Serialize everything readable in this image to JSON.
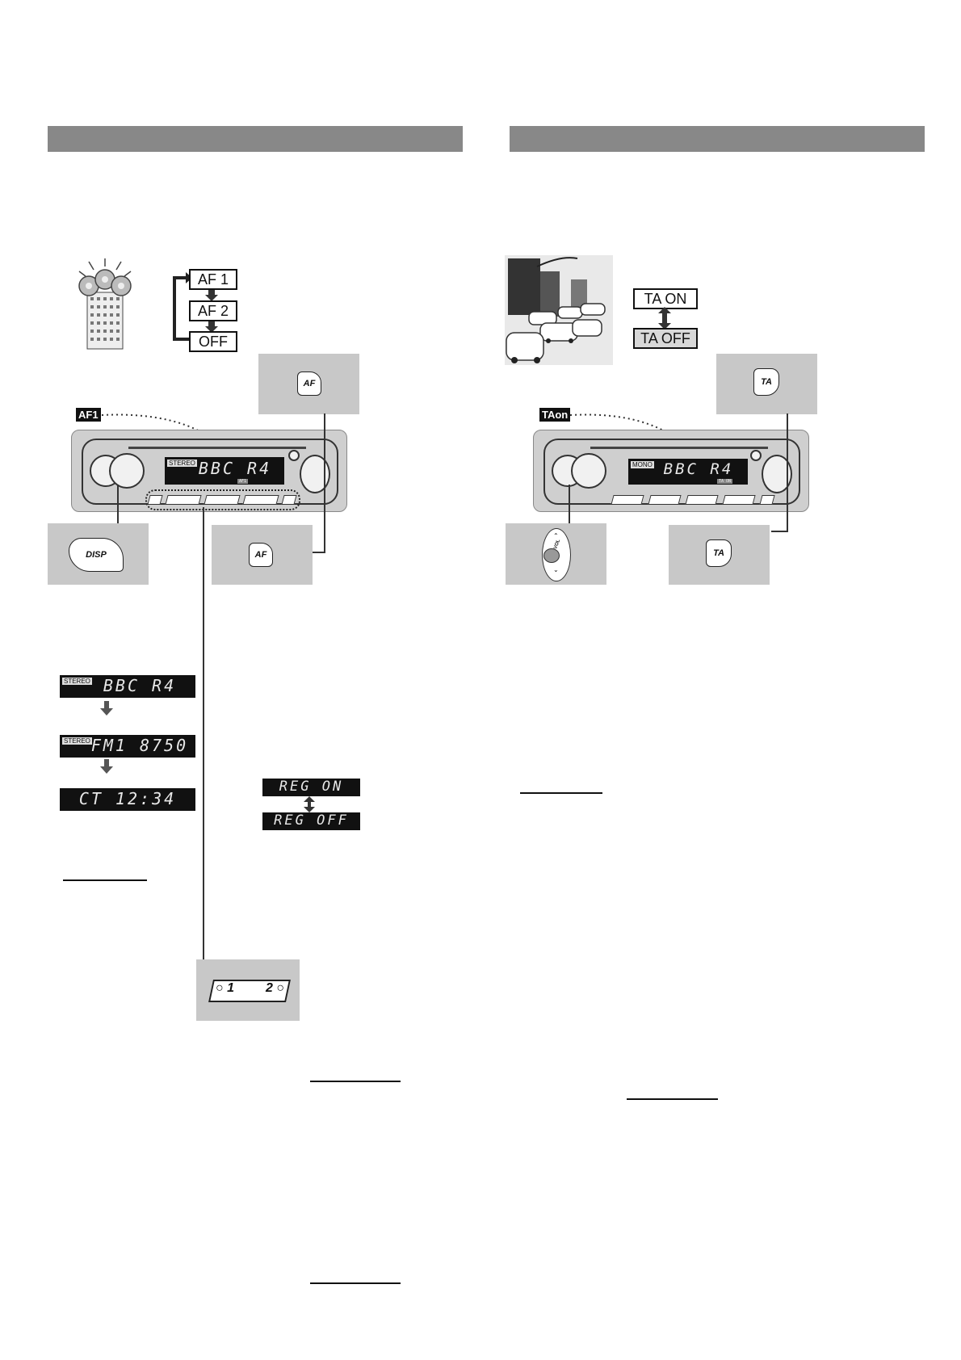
{
  "colors": {
    "header_bar": "#888888",
    "lcd_bg": "#111111",
    "button_card": "#c8c8c8",
    "panel": "#cfcfcf"
  },
  "left": {
    "af_cycle": [
      "AF 1",
      "AF 2",
      "OFF"
    ],
    "indicator": "AF1",
    "main_display": {
      "tag": "STEREO",
      "text": "BBC R4",
      "sub": "AF1"
    },
    "disp_button": "DISP",
    "af_button": "AF",
    "disp_cycle": [
      {
        "tag": "STEREO",
        "text": "BBC R4"
      },
      {
        "tag": "STEREO",
        "text": "FM1 8750"
      },
      {
        "tag": "",
        "text": "CT 12:34"
      }
    ],
    "reg_cycle": [
      "REG ON",
      "REG OFF"
    ],
    "preset_button": {
      "left": "1",
      "right": "2"
    }
  },
  "right": {
    "ta_cycle": [
      "TA ON",
      "TA OFF"
    ],
    "indicator": "TAon",
    "main_display": {
      "tag": "MONO",
      "text": "BBC R4",
      "sub": "TA ON"
    },
    "ta_button": "TA",
    "vol_button": "VOL"
  }
}
